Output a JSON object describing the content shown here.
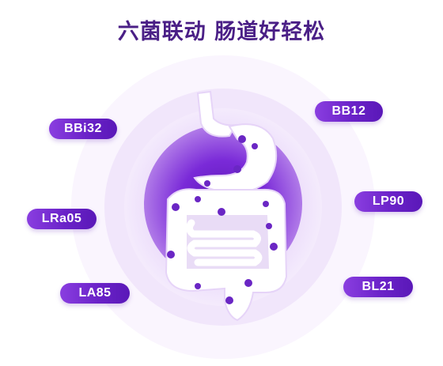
{
  "headline": "六菌联动 肠道好轻松",
  "strains": {
    "bbi32": "BBi32",
    "bb12": "BB12",
    "lp90": "LP90",
    "lra05": "LRa05",
    "la85": "LA85",
    "bl21": "BL21"
  },
  "colors": {
    "headline": "#4a1f86",
    "pill_start": "#8a3ee0",
    "pill_end": "#5a18b8",
    "halo_outer": "#f8f2fd",
    "halo_mid": "#eadcf8",
    "disc_inner": "#7a2ad8",
    "organ": "#ffffff",
    "bacteria": "#6a26c4"
  }
}
